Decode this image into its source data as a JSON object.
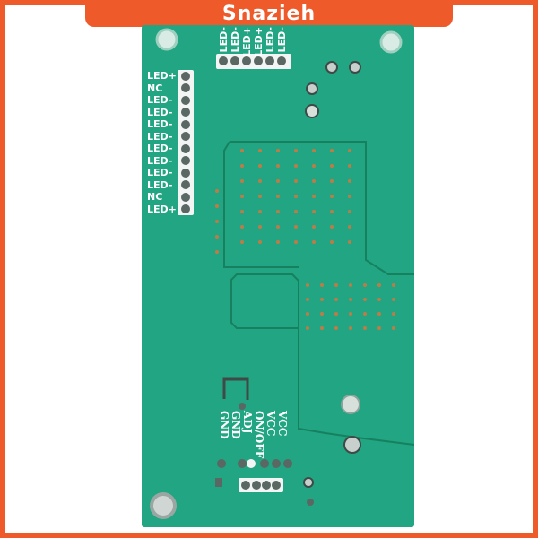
{
  "banner": {
    "text": "Snazieh",
    "color": "#ef5a2a"
  },
  "board": {
    "color": "#21a582",
    "side_connector_labels": [
      "LED+",
      "NC",
      "LED-",
      "LED-",
      "LED-",
      "LED-",
      "LED-",
      "LED-",
      "LED-",
      "LED-",
      "NC",
      "LED+"
    ],
    "top_connector_labels": [
      "LED-",
      "LED-",
      "LED+",
      "LED+",
      "LED-",
      "LED-"
    ],
    "bottom_connector_labels": [
      "VCC",
      "VCC",
      "ON/OFF",
      "ADJ",
      "GND",
      "GND"
    ]
  }
}
